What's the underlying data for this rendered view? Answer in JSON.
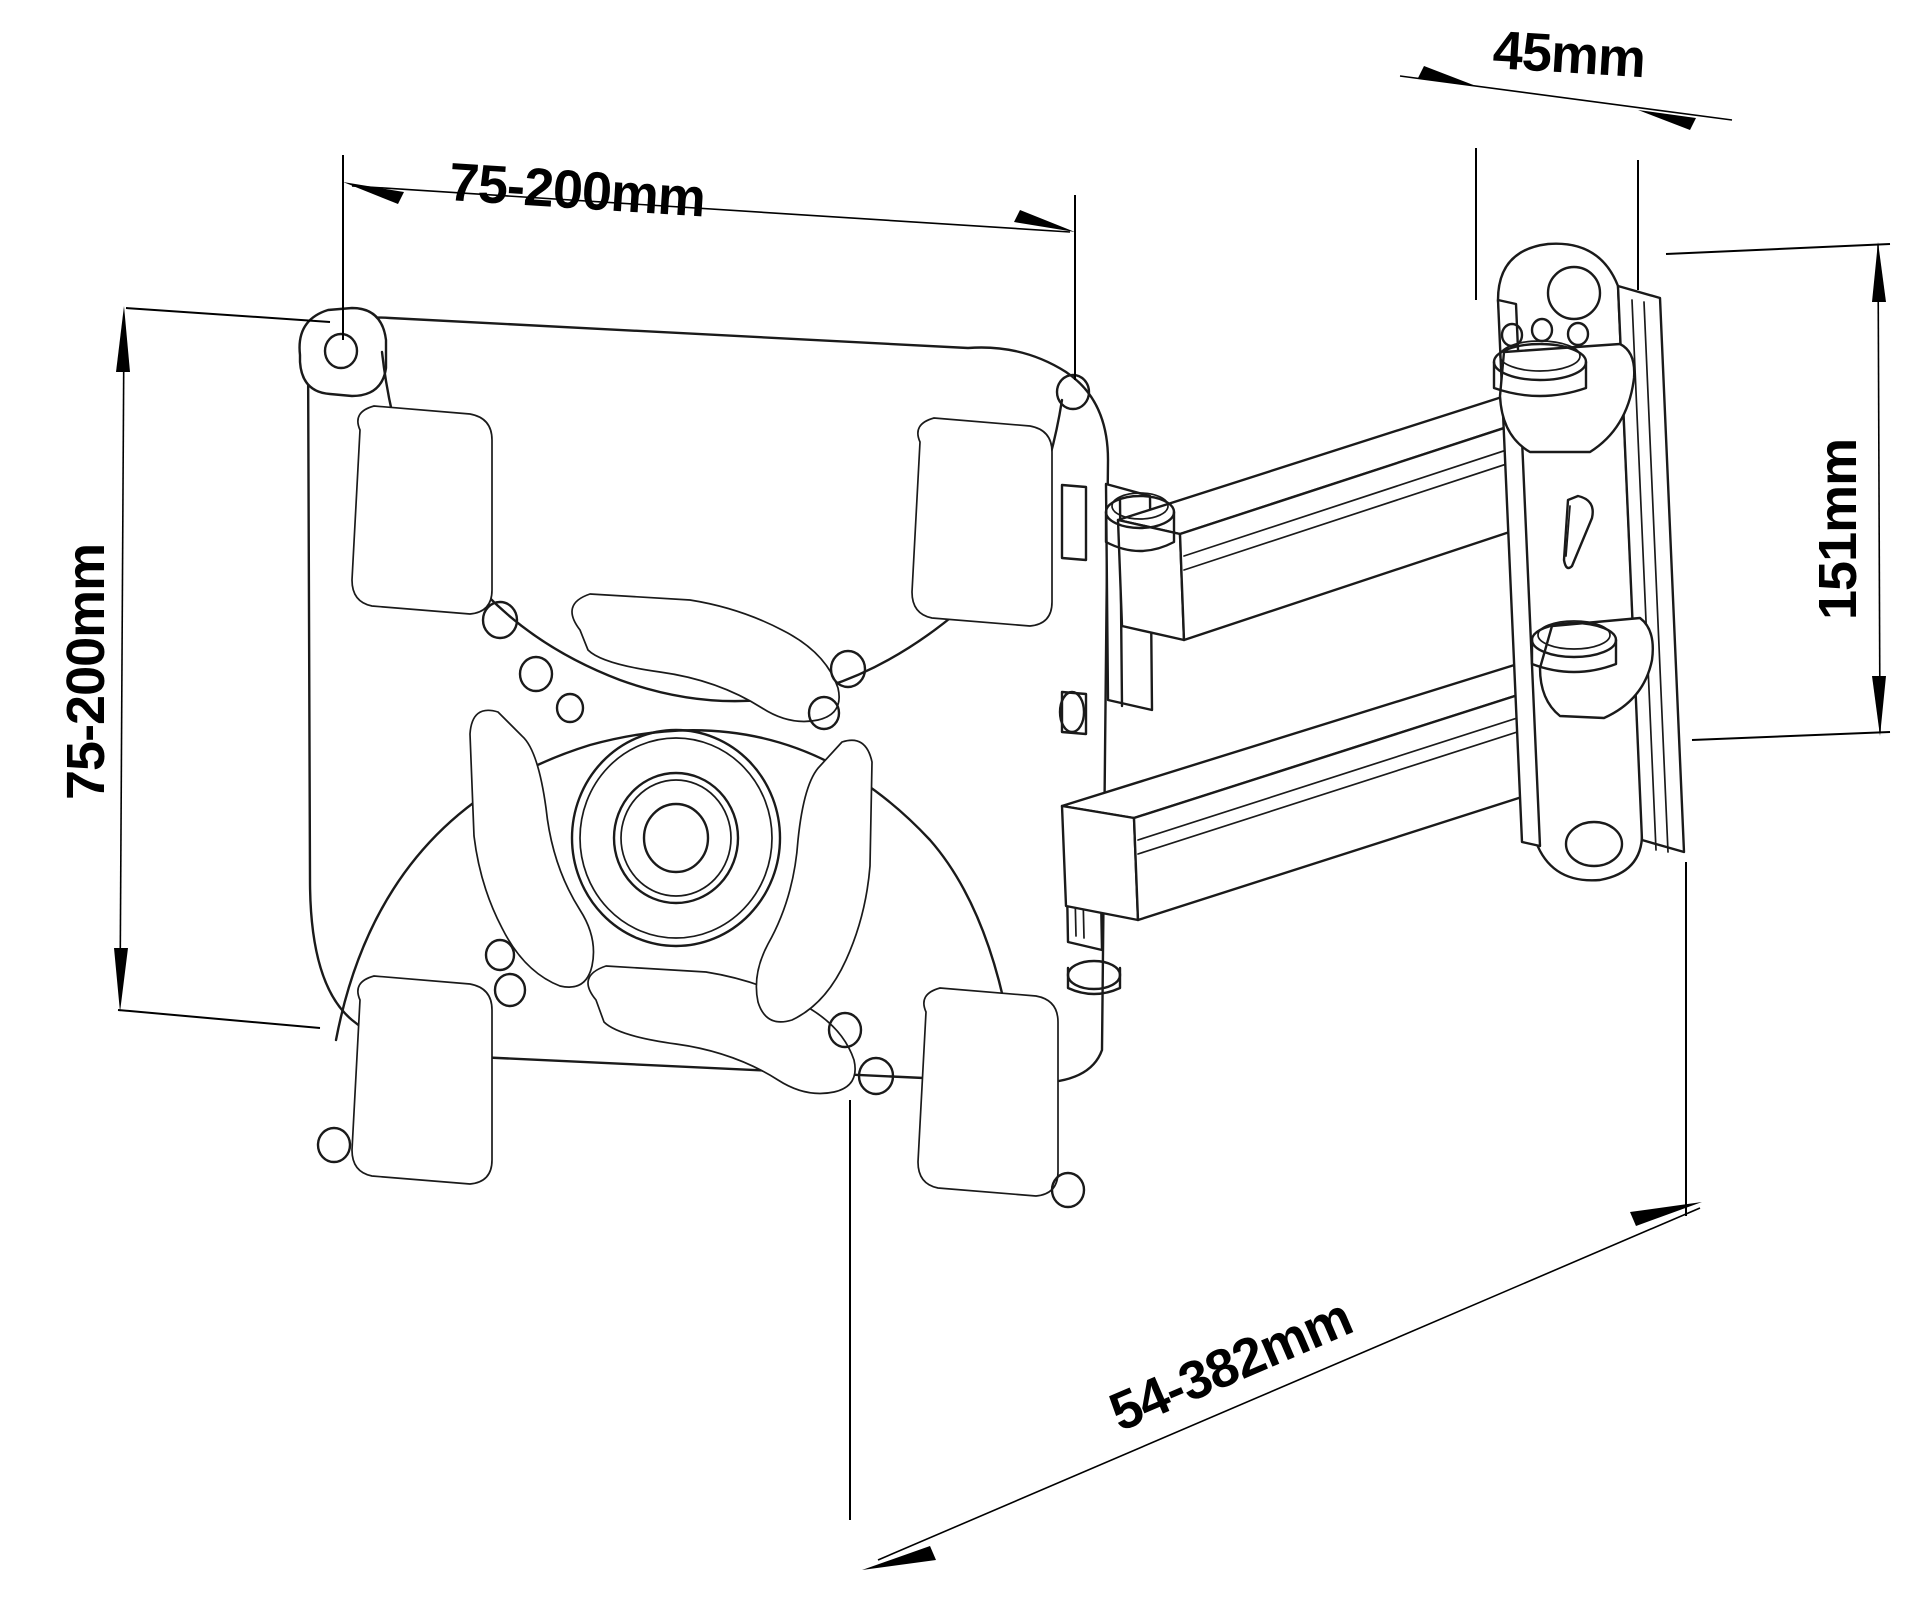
{
  "drawing": {
    "title": "TV Wall Mount Bracket Dimension Drawing",
    "subject": "full-motion articulating tv wall mount",
    "line_color": "#1a1a1a",
    "text_color": "#000000",
    "background_color": "#ffffff"
  },
  "dimensions": {
    "vesa_width": {
      "label": "75-200mm",
      "name": "vesa-width-dimension",
      "orientation": "horizontal",
      "position": "top"
    },
    "vesa_height": {
      "label": "75-200mm",
      "name": "vesa-height-dimension",
      "orientation": "vertical",
      "position": "left"
    },
    "wall_plate_depth": {
      "label": "45mm",
      "name": "wall-plate-depth-dimension",
      "orientation": "horizontal",
      "position": "top-right"
    },
    "wall_plate_height": {
      "label": "151mm",
      "name": "wall-plate-height-dimension",
      "orientation": "vertical",
      "position": "right"
    },
    "extension_range": {
      "label": "54-382mm",
      "name": "extension-range-dimension",
      "orientation": "diagonal",
      "position": "bottom"
    }
  },
  "components": {
    "vesa_plate": "vesa-mounting-plate",
    "center_hub": "center-pivot-hub",
    "upper_arm": "upper-articulating-arm",
    "lower_arm": "lower-articulating-arm",
    "wall_plate": "wall-mounting-plate",
    "pivot_upper": "upper-pivot-joint",
    "pivot_lower": "lower-pivot-joint"
  }
}
